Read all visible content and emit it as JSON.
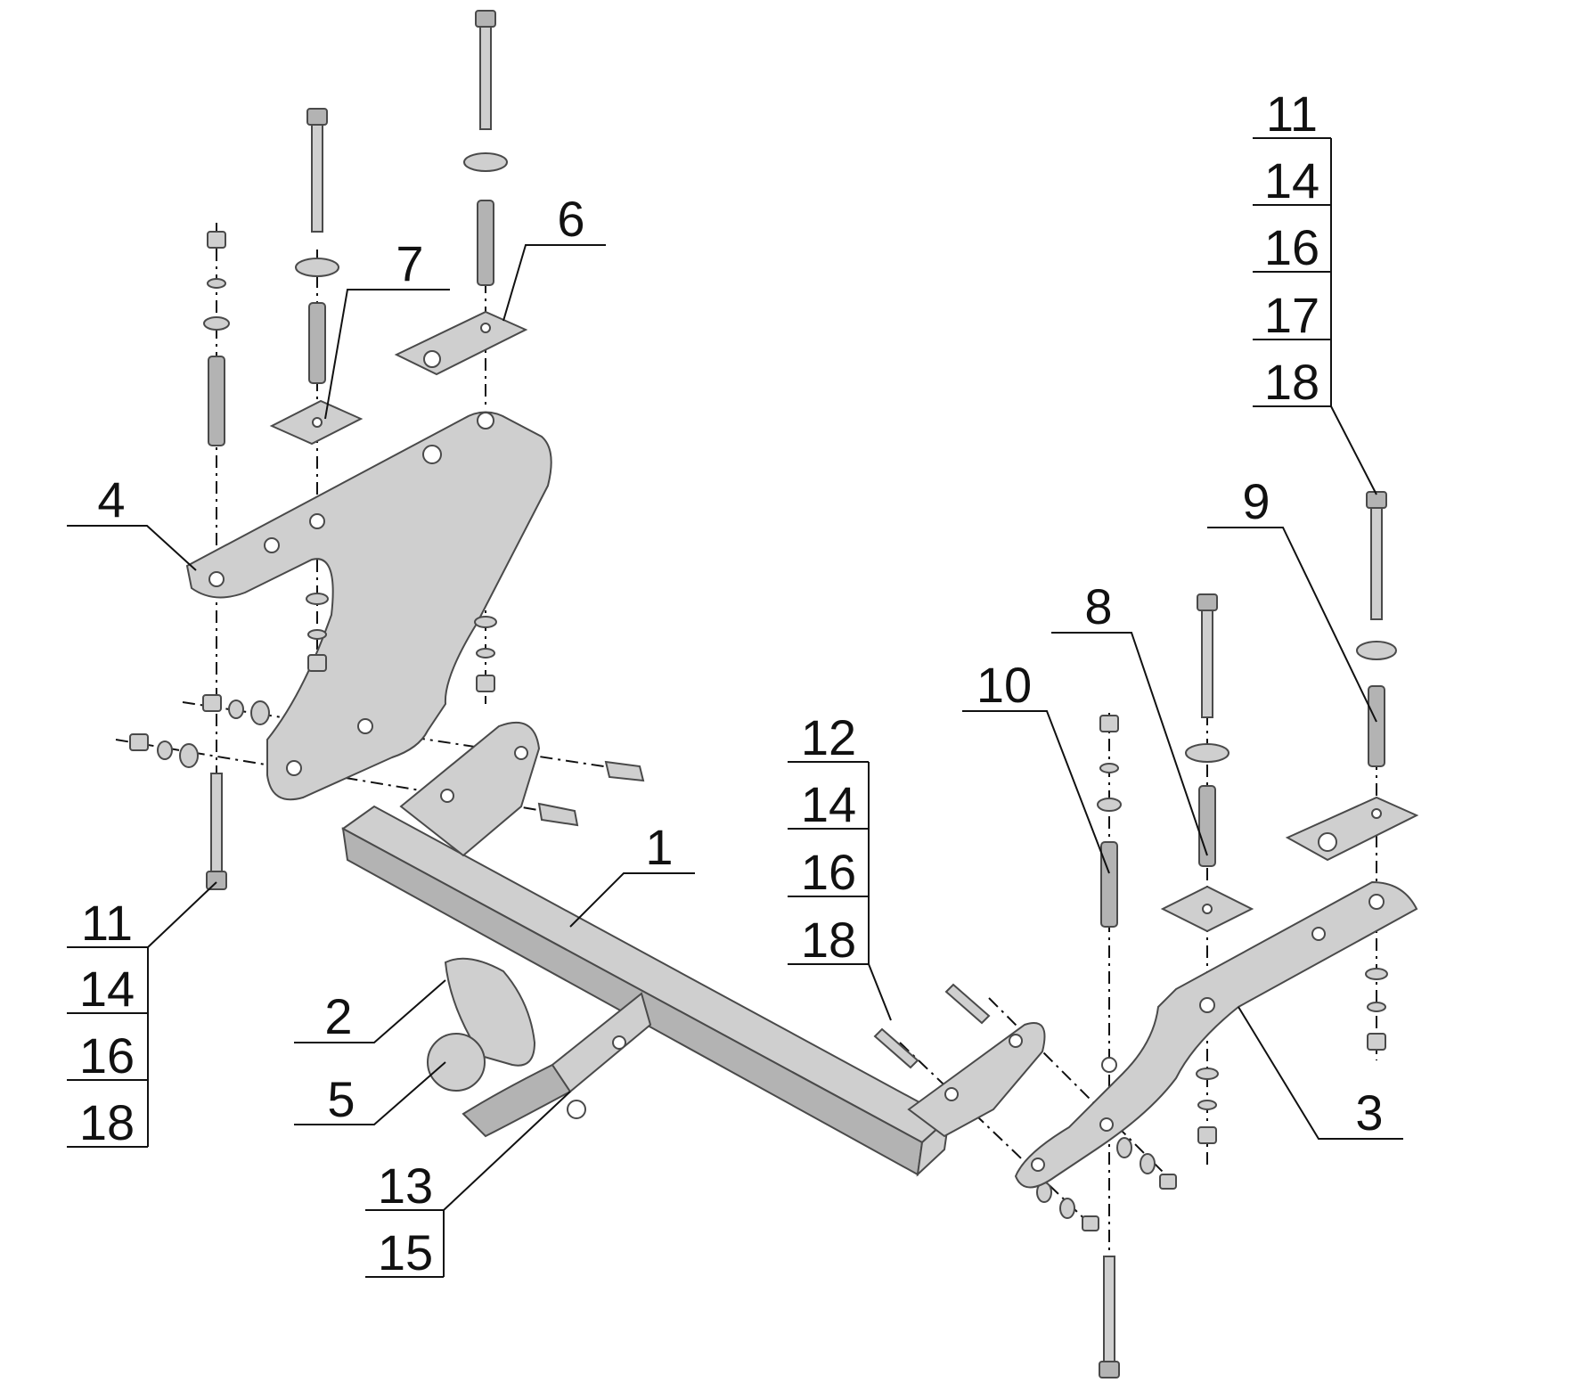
{
  "diagram": {
    "callouts": {
      "c1": [
        "1"
      ],
      "c2": [
        "2"
      ],
      "c3": [
        "3"
      ],
      "c4": [
        "4"
      ],
      "c5": [
        "5"
      ],
      "c6": [
        "6"
      ],
      "c7": [
        "7"
      ],
      "c8": [
        "8"
      ],
      "c9": [
        "9"
      ],
      "c10": [
        "10"
      ],
      "left_stack": [
        "11",
        "14",
        "16",
        "18"
      ],
      "right_stack": [
        "11",
        "14",
        "16",
        "17",
        "18"
      ],
      "center_stack": [
        "12",
        "14",
        "16",
        "18"
      ],
      "bottom_stack": [
        "13",
        "15"
      ]
    },
    "colors": {
      "metal": "#cfcfcf",
      "metal_dark": "#b3b3b3",
      "outline": "#4a4a4a",
      "line": "#111111"
    }
  }
}
